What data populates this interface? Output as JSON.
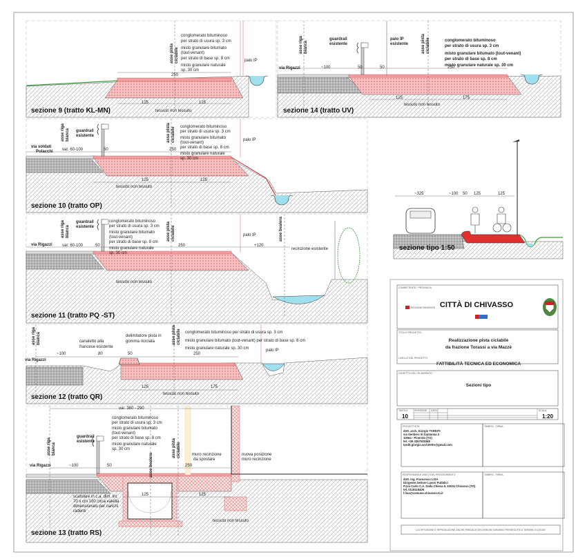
{
  "colors": {
    "pavement": "#f0a0a0",
    "pavement_dark": "#e03030",
    "water": "#9fe0ee",
    "grass": "#3a9a3a",
    "hatch": "#9a9a9a"
  },
  "layers": {
    "l1a": "conglomerato bituminoso",
    "l1b": "per strato di usura sp. 3 cm",
    "l2a": "misto granulare bitumato",
    "l2b": "(tout-venant)",
    "l2c": "per strato di base sp. 8 cm",
    "l3a": "misto granulare naturale",
    "l3b": "sp. 30 cm",
    "l1_full": "conglomerato bituminoso per strato di usura sp. 3 cm",
    "l2_full": "misto granulare bitumato (tout-venant) per strato di base sp. 8 cm",
    "l3_full": "misto granulare naturale sp. 30 cm",
    "l2_14": "misto granulare bitumato (tout-venant)",
    "l3_14": "misto granulare naturale sp. 30 cm"
  },
  "common": {
    "asse_pista": "asse pista",
    "ciclabile": "ciclabile",
    "asse_riga": "asse riga",
    "bianca": "bianca",
    "palo_ip": "palo IP",
    "palo_ip_esistente": "palo IP",
    "esistente": "esistente",
    "guardrail": "guardrail",
    "tessuto": "tessuto non tessuto",
    "via_rigazzi": "via Rigazzi",
    "via_soldati": "via soldati",
    "polacchi": "Polacchi",
    "asse_bealera": "asse bealera",
    "recinzione": "recinzione esistente"
  },
  "dims": {
    "d250": "250",
    "d125": "125",
    "d175": "175",
    "d100": "~100",
    "d50": "50",
    "d80": "80",
    "d120": "+120",
    "var60": "var. 60-100",
    "var380": "var. 380 - 290",
    "d325": "~325"
  },
  "sections": [
    {
      "id": "9",
      "label": "sezione 9 (tratto KL-MN)"
    },
    {
      "id": "14",
      "label": "sezione 14 (tratto UV)"
    },
    {
      "id": "10",
      "label": "sezione 10 (tratto OP)"
    },
    {
      "id": "11",
      "label": "sezione 11 (tratto PQ -ST)"
    },
    {
      "id": "12",
      "label": "sezione 12 (tratto QR)",
      "canaletto_a": "canaletto alla",
      "canaletto_b": "francese esistente",
      "delim_a": "delimitatore pista in",
      "delim_b": "gomma riciclata"
    },
    {
      "id": "13",
      "label": "sezione 13 (tratto RS)",
      "scat_a": "scatolare in c.a. dim. int.",
      "scat_b": "70 x cm 100 circa valetta",
      "scat_c": "dimensionato per carichi",
      "scat_d": "radenti",
      "muro_a": "muro recinzione",
      "muro_b": "da spostare",
      "nuovo_a": "nuova posizione",
      "nuovo_b": "muro recinzione"
    },
    {
      "id": "tipo",
      "label": "sezione tipo 1:50"
    }
  ],
  "title_block": {
    "committente_label": "COMMITTENTE / PROVINCIA",
    "regione": "REGIONE PIEMONTE",
    "city": "CITTÀ DI CHIVASSO",
    "titolo_label": "TITOLO PROGETTO",
    "project_line1": "Realizzazione pista ciclabile",
    "project_line2": "da frazione Torassi a via Mazzè",
    "livello_label": "LIVELLO DEL PROGETTO",
    "level": "FATTIBILITÀ TECNICA ED ECONOMICA",
    "oggetto_label": "OGGETTO DELL'ELABORATO",
    "subject": "Sezioni tipo",
    "tavola_label": "TAVOLA",
    "tavola": "10",
    "versione_label": "VERSIONE",
    "data_label": "DATA",
    "scala_label": "SCALA",
    "scale": "1:20",
    "progettista_label": "PROGETTISTA",
    "timbro_label": "TIMBRO - FIRMA",
    "progettista": [
      "dott. arch. Giorgio TARDITI",
      "via Sentiero di Santanna 3",
      "10064 - Pinerolo (TO)",
      "tel. +39 3357045368",
      "tardit.giorgio.architetto@gmail.com"
    ],
    "rup_label": "RESPONSABILE UNICO DEL PROCEDIMENTO",
    "rup": [
      "dott. ing. Francesco LISA",
      "Dirigente Settore Lavori Pubblici",
      "P.zza Carlo C.A. Dalla Chiesa 6, 10034 Chivasso (TO)",
      "tel. 0119115406",
      "f.lisa@comune.chivasso.to.it"
    ],
    "footer": "LA DIFFUSIONE E RIPRODUZIONE ANCHE PARZIALE DEI DISEGNI SARANNO PERSEGUITE A TERMINI DI LEGGE"
  }
}
